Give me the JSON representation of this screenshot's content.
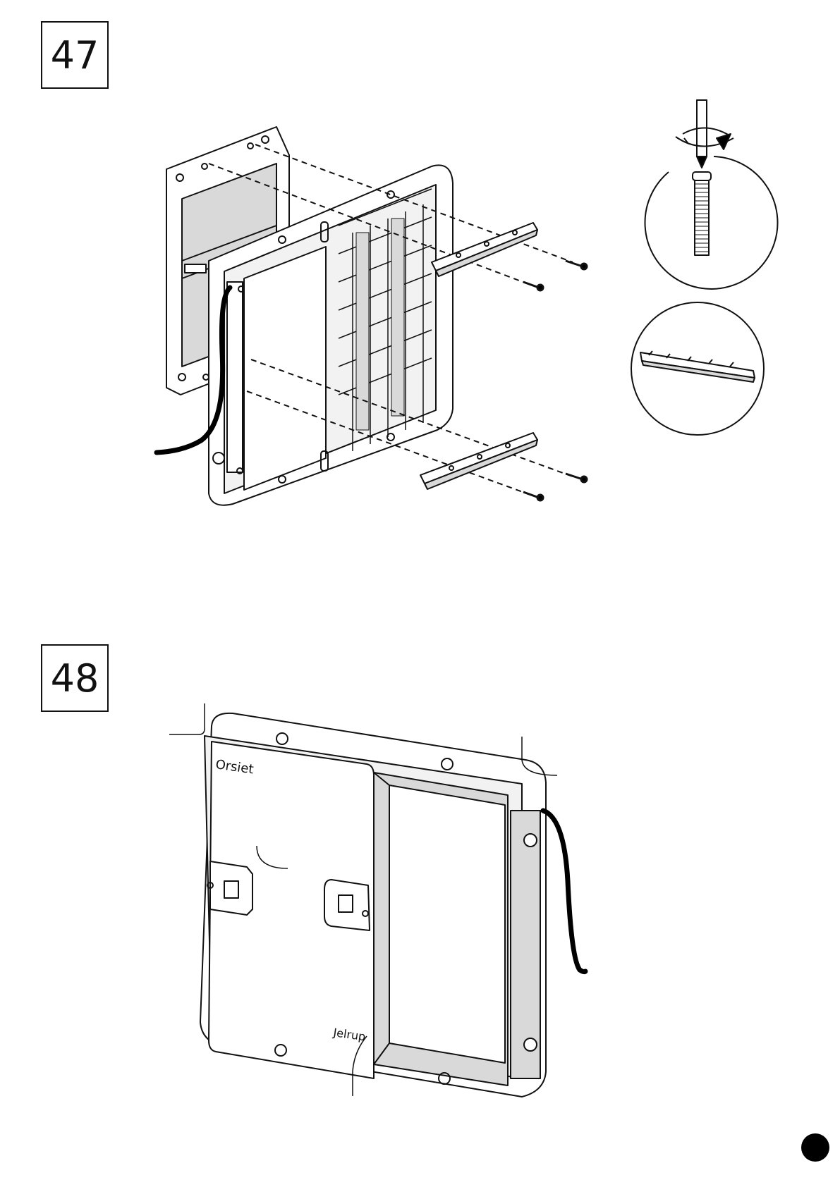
{
  "steps": [
    {
      "number": "47"
    },
    {
      "number": "48"
    }
  ],
  "labels": {
    "brand_top": "Orsiet",
    "brand_bottom": "Jelrup"
  },
  "colors": {
    "line": "#111111",
    "panel_fill": "#d9d9d9",
    "light_fill": "#f2f2f2"
  },
  "icons": {
    "step47_callout_top": "screwdriver-turning-screw-icon",
    "step47_callout_bottom": "rail-strip-detail-icon",
    "page_marker": "filled-circle-icon"
  }
}
